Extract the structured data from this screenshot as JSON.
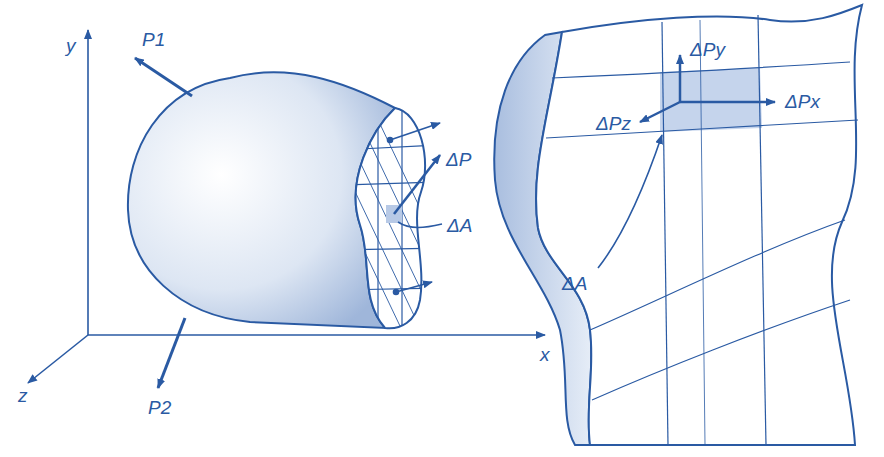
{
  "diagram": {
    "labels": [
      "y",
      "P1",
      "ΔP",
      "ΔA",
      "z",
      "P2",
      "x",
      "ΔPy",
      "ΔPz",
      "ΔPx",
      "ΔA"
    ]
  }
}
